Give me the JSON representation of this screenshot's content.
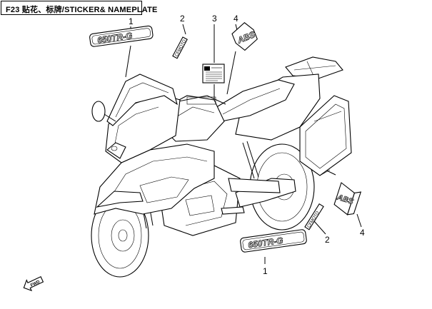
{
  "header": {
    "title": "F23 贴花、标牌/STICKER& NAMEPLATE"
  },
  "callouts": [
    {
      "id": "c1a",
      "label": "1"
    },
    {
      "id": "c2a",
      "label": "2"
    },
    {
      "id": "c3",
      "label": "3"
    },
    {
      "id": "c4a",
      "label": "4"
    },
    {
      "id": "c1b",
      "label": "1"
    },
    {
      "id": "c2b",
      "label": "2"
    },
    {
      "id": "c4b",
      "label": "4"
    }
  ],
  "decals": {
    "nameplate_top": "650TR-G",
    "nameplate_bottom": "650TR-G",
    "abs_top": "ABS",
    "abs_bottom": "ABS",
    "stripe_top": "CFMOTO",
    "stripe_bottom": "CFMOTO",
    "fwd": "FWD"
  }
}
